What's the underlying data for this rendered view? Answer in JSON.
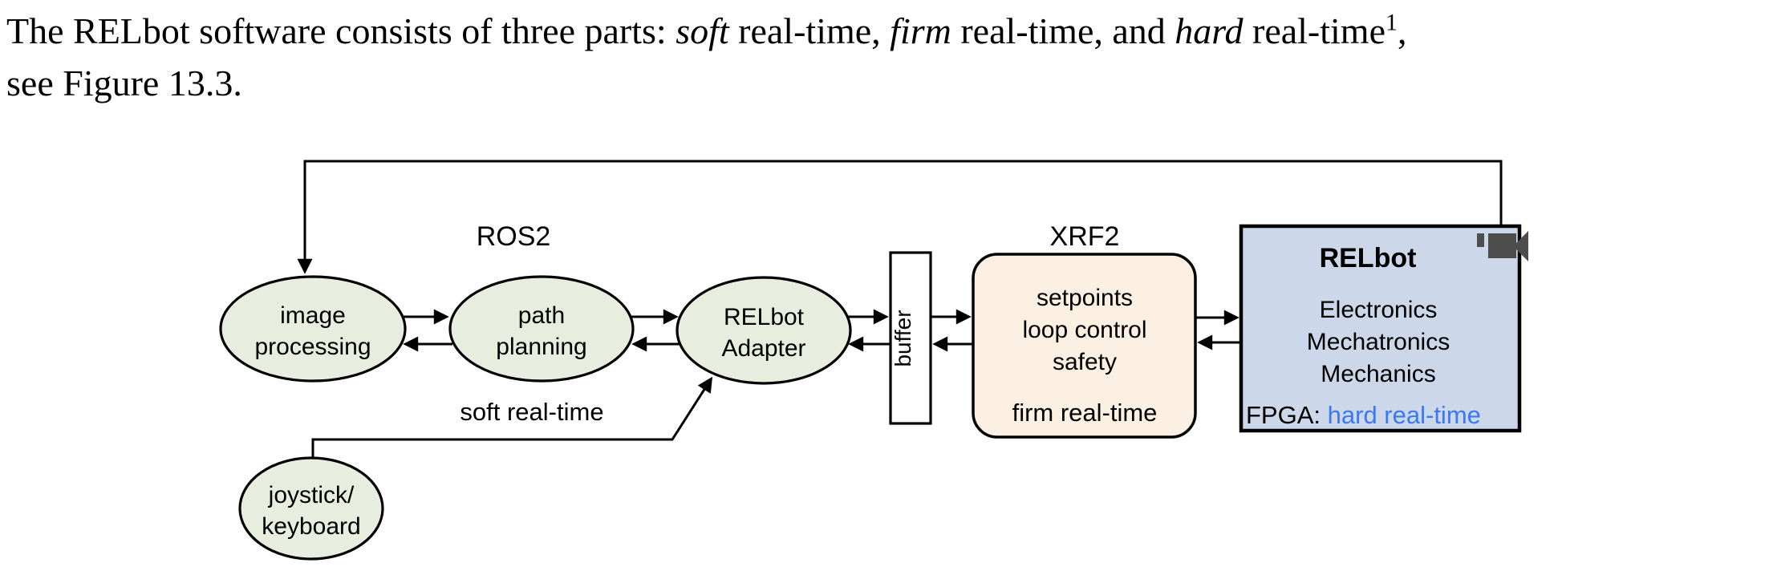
{
  "paragraph": {
    "line1_prefix": "The RELbot software consists of three parts: ",
    "italic_soft": "soft",
    "seg1": " real-time, ",
    "italic_firm": "firm",
    "seg2": " real-time, and ",
    "italic_hard": "hard",
    "seg3": " real-time",
    "superscript": "1",
    "seg4": ",",
    "line2": "see Figure 13.3."
  },
  "diagram": {
    "ros2_label": "ROS2",
    "xrf2_label": "XRF2",
    "nodes": {
      "image_processing": {
        "line1": "image",
        "line2": "processing"
      },
      "path_planning": {
        "line1": "path",
        "line2": "planning"
      },
      "relbot_adapter": {
        "line1": "RELbot",
        "line2": "Adapter"
      },
      "joystick_keyboard": {
        "line1": "joystick/",
        "line2": "keyboard"
      }
    },
    "buffer_label": "buffer",
    "soft_realtime_label": "soft real-time",
    "xrf2_box": {
      "line1": "setpoints",
      "line2": "loop control",
      "line3": "safety",
      "realtime_label": "firm real-time"
    },
    "relbot_box": {
      "title": "RELbot",
      "line1": "Electronics",
      "line2": "Mechatronics",
      "line3": "Mechanics",
      "fpga_prefix": "FPGA: ",
      "fpga_realtime": "hard real-time"
    },
    "icons": {
      "camera": "video-camera-icon"
    },
    "colors": {
      "node_fill": "#e8eedf",
      "xrf2_fill": "#fbf0e2",
      "relbot_fill": "#ccd8ea",
      "accent_blue": "#3c79f0",
      "camera_gray": "#4d4d4d",
      "line_black": "#000000"
    }
  }
}
